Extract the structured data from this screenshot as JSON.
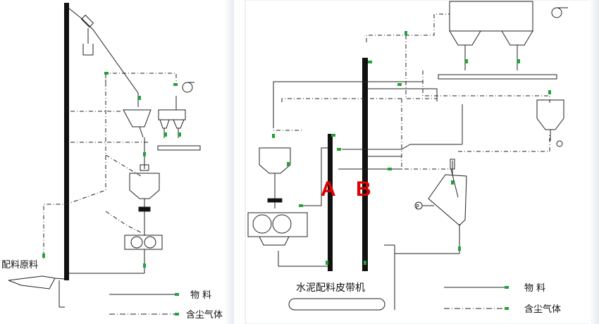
{
  "left_panel": {
    "raw_material_label": "配料原料",
    "legend": {
      "material": "物  料",
      "dust_gas": "含尘气体"
    }
  },
  "right_panel": {
    "label_a": "A",
    "label_b": "B",
    "belt_label": "水泥配料皮带机",
    "p_symbol": "P",
    "legend": {
      "material": "物  料",
      "dust_gas": "含尘气体"
    }
  },
  "colors": {
    "flow_marker": "#1fa33a",
    "highlight": "#e00000",
    "line": "#222222"
  }
}
